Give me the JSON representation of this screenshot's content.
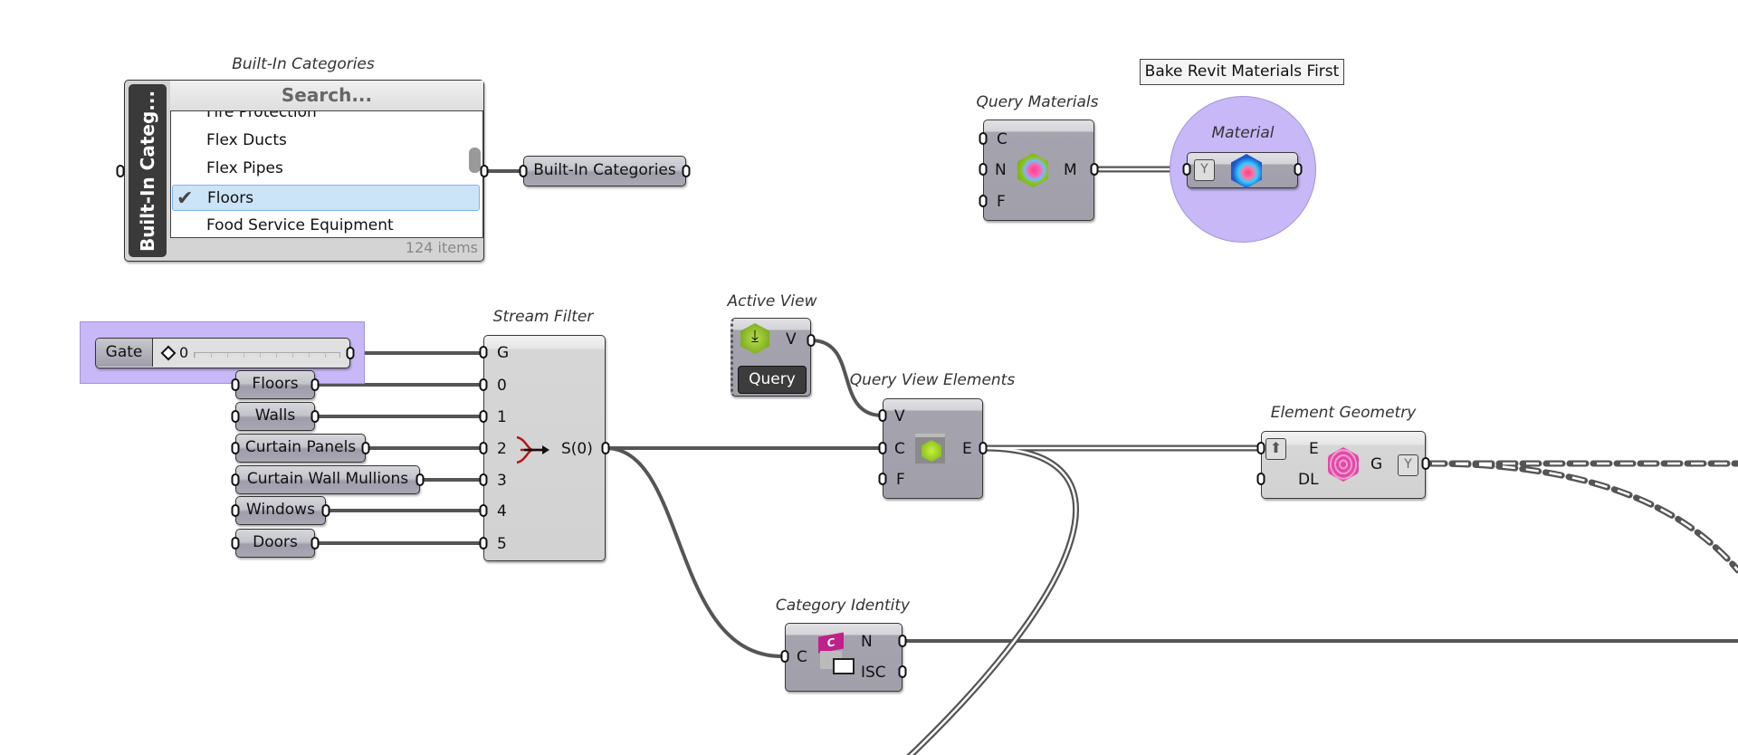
{
  "built_in_categories": {
    "title": "Built-In Categories",
    "side_label": "Built-In Categ...",
    "search_placeholder": "Search...",
    "items": [
      {
        "label": "Fire Protection",
        "selected": false
      },
      {
        "label": "Flex Ducts",
        "selected": false
      },
      {
        "label": "Flex Pipes",
        "selected": false
      },
      {
        "label": "Floors",
        "selected": true
      },
      {
        "label": "Food Service Equipment",
        "selected": false
      }
    ],
    "count": "124 items",
    "output_label": "Built-In Categories",
    "selection_color": "#cce4f7"
  },
  "query_materials": {
    "title": "Query Materials",
    "inputs": [
      "C",
      "N",
      "F"
    ],
    "output": "M",
    "icon": "material-hex-icon"
  },
  "material": {
    "title": "Material",
    "tooltip": "Bake Revit Materials First",
    "group_color": "#c8b8f8",
    "icon": "material-param-icon"
  },
  "gate_group": {
    "color": "#c8b8f8",
    "slider_label": "Gate",
    "slider_value": "0"
  },
  "category_params": [
    "Floors",
    "Walls",
    "Curtain Panels",
    "Curtain Wall Mullions",
    "Windows",
    "Doors"
  ],
  "stream_filter": {
    "title": "Stream Filter",
    "inputs": [
      "G",
      "0",
      "1",
      "2",
      "3",
      "4",
      "5"
    ],
    "output": "S(0)",
    "icon": "stream-filter-icon"
  },
  "active_view": {
    "title": "Active View",
    "output": "V",
    "button": "Query"
  },
  "query_view_elements": {
    "title": "Query View Elements",
    "inputs": [
      "V",
      "C",
      "F"
    ],
    "output": "E"
  },
  "category_identity": {
    "title": "Category Identity",
    "input": "C",
    "outputs": [
      "N",
      "ISC"
    ]
  },
  "element_geometry": {
    "title": "Element Geometry",
    "inputs": [
      "E",
      "DL"
    ],
    "output": "G",
    "icon": "spiral-hex-icon"
  }
}
